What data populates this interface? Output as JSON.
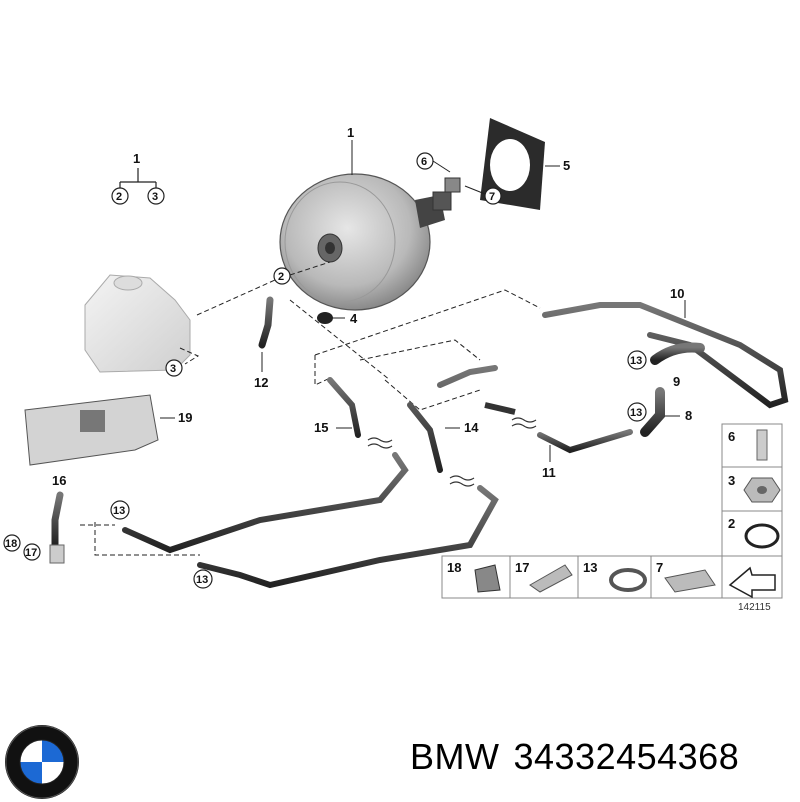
{
  "diagram": {
    "labels": {
      "c1": "1",
      "c2": "2",
      "c3": "3",
      "l1": "1",
      "l2": "2",
      "l3": "3",
      "l4": "4",
      "l5": "5",
      "l6": "6",
      "l7": "7",
      "l8": "8",
      "l9": "9",
      "l10": "10",
      "l11": "11",
      "l12": "12",
      "l13a": "13",
      "l13b": "13",
      "l13c": "13",
      "l13d": "13",
      "l14": "14",
      "l15": "15",
      "l16": "16",
      "l17": "17",
      "l18": "18",
      "l19": "19"
    },
    "side_parts": [
      "6",
      "3",
      "2"
    ],
    "bottom_parts": [
      "18",
      "17",
      "13",
      "7"
    ],
    "part_number": "142115"
  },
  "footer": {
    "brand": "BMW",
    "part_number": "34332454368"
  }
}
